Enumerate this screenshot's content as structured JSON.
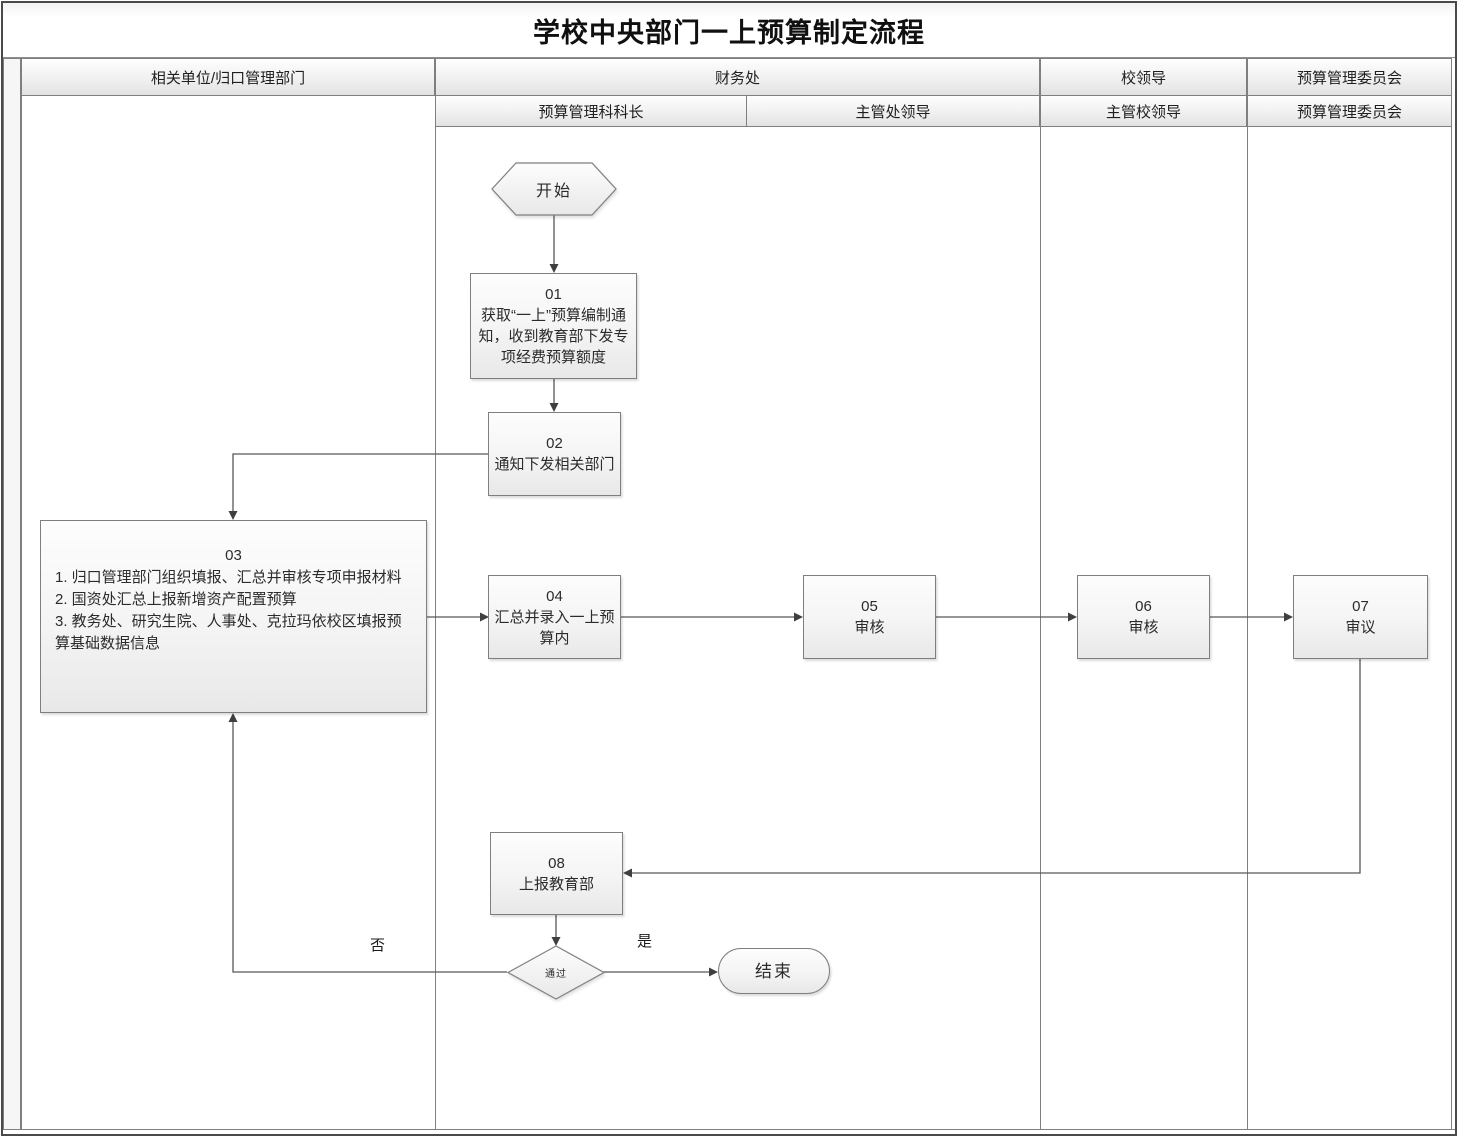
{
  "title": "学校中央部门一上预算制定流程",
  "swimlanes": {
    "lane1": {
      "label": "相关单位/归口管理部门"
    },
    "lane2": {
      "label": "财务处",
      "sub1": "预算管理科科长",
      "sub2": "主管处领导"
    },
    "lane3": {
      "label": "校领导",
      "sub1": "主管校领导"
    },
    "lane4": {
      "label": "预算管理委员会",
      "sub1": "预算管理委员会"
    }
  },
  "nodes": {
    "start": {
      "label": "开始"
    },
    "step01": {
      "id": "01",
      "text": "获取“一上”预算编制通知，收到教育部下发专项经费预算额度"
    },
    "step02": {
      "id": "02",
      "text": "通知下发相关部门"
    },
    "step03": {
      "id": "03",
      "item1": "1. 归口管理部门组织填报、汇总并审核专项申报材料",
      "item2": "2. 国资处汇总上报新增资产配置预算",
      "item3": "3. 教务处、研究生院、人事处、克拉玛依校区填报预算基础数据信息"
    },
    "step04": {
      "id": "04",
      "text": "汇总并录入一上预算内"
    },
    "step05": {
      "id": "05",
      "text": "审核"
    },
    "step06": {
      "id": "06",
      "text": "审核"
    },
    "step07": {
      "id": "07",
      "text": "审议"
    },
    "step08": {
      "id": "08",
      "text": "上报教育部"
    },
    "decision": {
      "label": "通过"
    },
    "end": {
      "label": "结束"
    }
  },
  "edge_labels": {
    "no": "否",
    "yes": "是"
  },
  "colors": {
    "border": "#7f7f7f",
    "line": "#585858",
    "arrow": "#3f3f3f",
    "text": "#2b2b2b",
    "strip": "#f6f6f6"
  }
}
